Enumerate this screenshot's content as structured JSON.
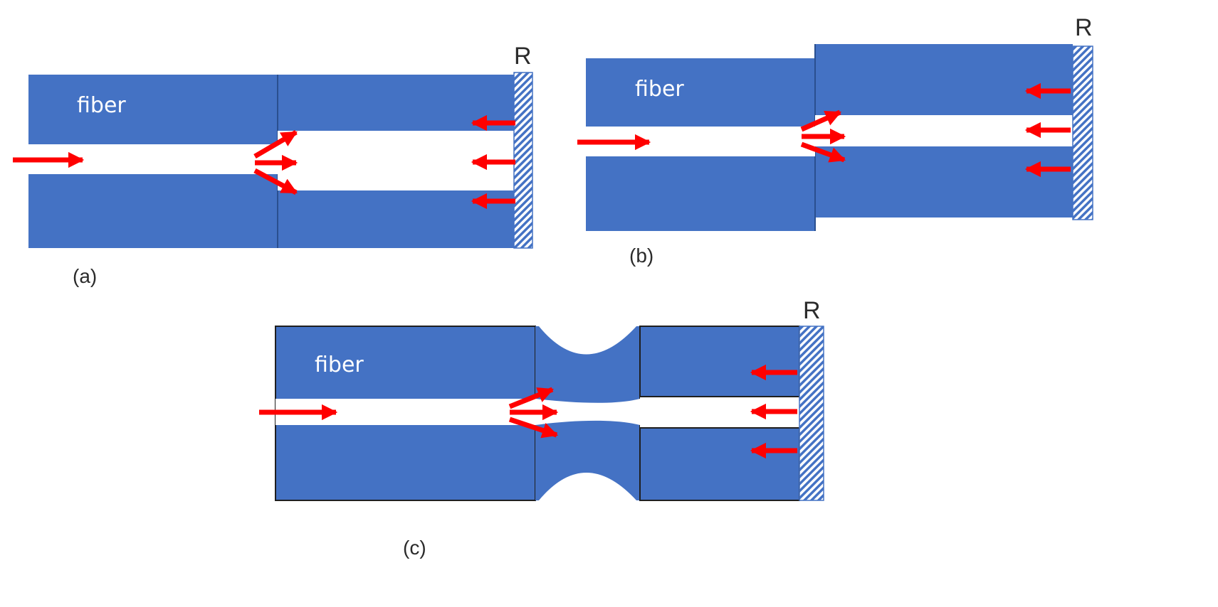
{
  "colors": {
    "fiber": "#4472c4",
    "core": "#ffffff",
    "arrow": "#ff0000",
    "mirror_stripe": "#4472c4",
    "outline": "#1f1f1f"
  },
  "panels": {
    "a": {
      "caption": "(a)",
      "fiber_text": "fiber",
      "mirror_label": "R"
    },
    "b": {
      "caption": "(b)",
      "fiber_text": "fiber",
      "mirror_label": "R"
    },
    "c": {
      "caption": "(c)",
      "fiber_text": "fiber",
      "mirror_label": "R"
    }
  }
}
